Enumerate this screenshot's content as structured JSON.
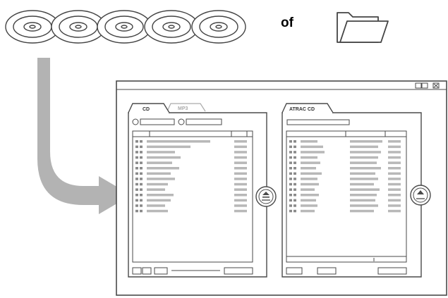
{
  "connector": {
    "of_label": "of"
  },
  "panels": {
    "left": {
      "tabs": [
        {
          "label": "CD",
          "active": true
        },
        {
          "label": "MP3",
          "active": false
        }
      ],
      "row_count": 14
    },
    "right": {
      "tabs": [
        {
          "label": "ATRAC CD",
          "active": true
        }
      ],
      "row_count": 14
    }
  },
  "icons": {
    "disc": "cd-disc-icon",
    "folder": "folder-icon",
    "arrow": "curved-arrow-icon",
    "transfer_left": "record-button-icon",
    "transfer_right": "eject-button-icon"
  },
  "colors": {
    "arrow": "#b3b3b3",
    "outline": "#4a4a4a",
    "bar": "#b8b8b8"
  }
}
